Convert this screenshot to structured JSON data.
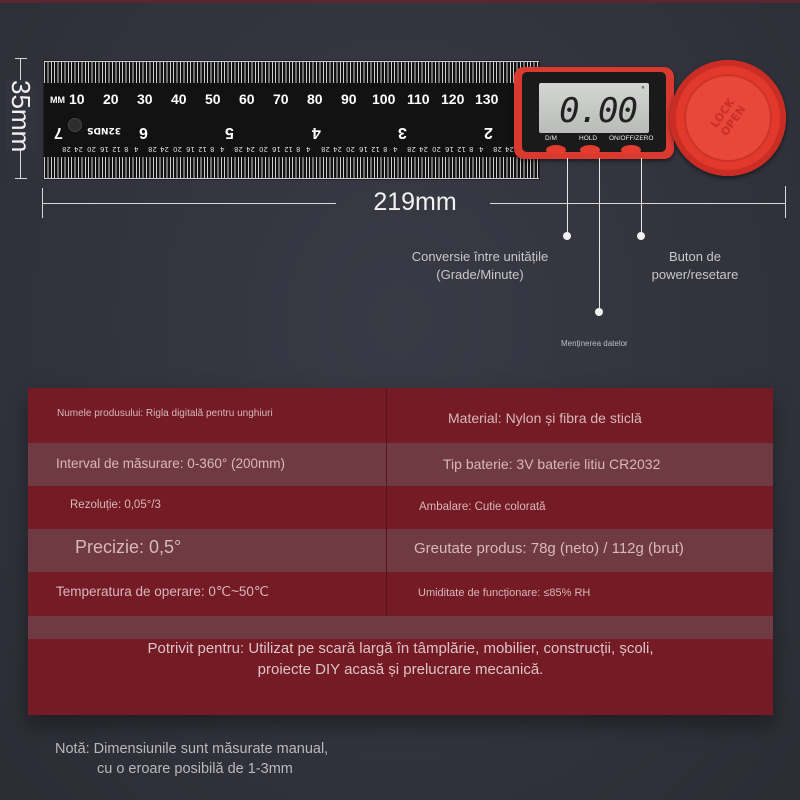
{
  "dimensions": {
    "height_label": "35mm",
    "length_label": "219mm"
  },
  "ruler": {
    "mm_unit": "MM",
    "mm_marks": [
      "10",
      "20",
      "30",
      "40",
      "50",
      "60",
      "70",
      "80",
      "90",
      "100",
      "110",
      "120",
      "130"
    ],
    "inch_label": "32NDS",
    "inch_marks": [
      "7",
      "6",
      "5",
      "4",
      "3",
      "2"
    ],
    "fraction_marks": [
      "28",
      "24",
      "20",
      "16",
      "12",
      "8",
      "4"
    ]
  },
  "device": {
    "lcd_value": "0.00",
    "lcd_unit": "°",
    "buttons": [
      {
        "label": "D/M"
      },
      {
        "label": "HOLD"
      },
      {
        "label": "ON/OFF/ZERO"
      }
    ],
    "dial_text": "LOCK OPEN"
  },
  "callouts": {
    "dm": "Conversie între unitățile (Grade/Minute)",
    "dm_line1": "Conversie între unitățile",
    "dm_line2": "(Grade/Minute)",
    "hold": "Menținerea datelor",
    "power_line1": "Buton de",
    "power_line2": "power/resetare"
  },
  "specs": {
    "left": [
      "Numele produsului: Rigla digitală pentru unghiuri",
      "Interval de măsurare: 0-360° (200mm)",
      "Rezoluție: 0,05°/3",
      "Precizie: 0,5°",
      "Temperatura de operare: 0℃~50℃"
    ],
    "right": [
      "Material: Nylon și fibra de sticlă",
      "Tip baterie: 3V baterie litiu CR2032",
      "Ambalare: Cutie colorată",
      "Greutate produs: 78g (neto) / 112g (brut)",
      "Umiditate de funcționare: ≤85% RH"
    ],
    "suitable_line1": "Potrivit pentru: Utilizat pe scară largă în tâmplărie, mobilier, construcții, școli,",
    "suitable_line2": "proiecte DIY acasă și prelucrare mecanică."
  },
  "note": {
    "line1": "Notă: Dimensiunile sunt măsurate manual,",
    "line2": "cu o eroare posibilă de 1-3mm"
  },
  "colors": {
    "background": "#32333d",
    "panel_dark": "#741b25",
    "panel_light": "#6f3a42",
    "device_red": "#d9392f"
  }
}
